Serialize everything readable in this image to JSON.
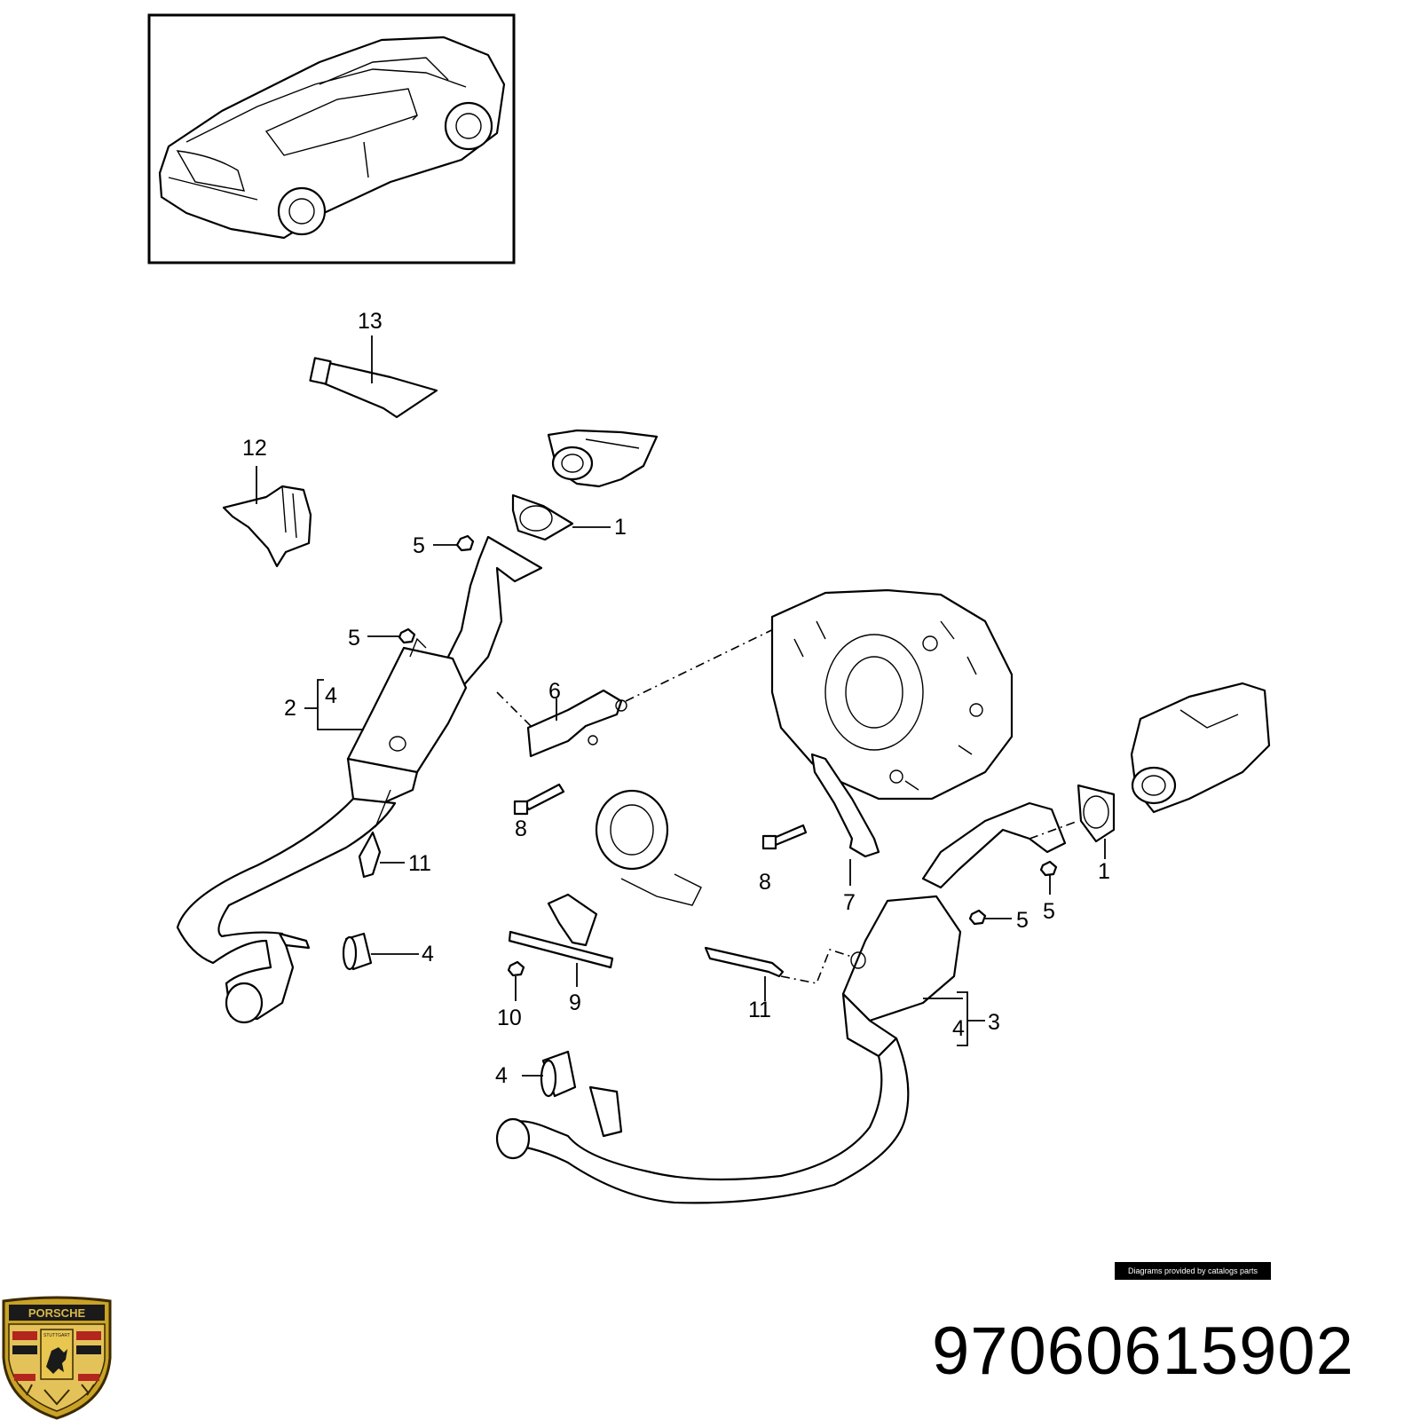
{
  "diagram": {
    "callouts": {
      "c1a": "1",
      "c1b": "1",
      "c2": "2",
      "c3": "3",
      "c4a": "4",
      "c4b": "4",
      "c4c": "4",
      "c4d": "4",
      "c5a": "5",
      "c5b": "5",
      "c5c": "5",
      "c5d": "5",
      "c6": "6",
      "c7": "7",
      "c8a": "8",
      "c8b": "8",
      "c9": "9",
      "c10": "10",
      "c11a": "11",
      "c11b": "11",
      "c12": "12",
      "c13": "13"
    }
  },
  "credit": "Diagrams provided by catalogs parts",
  "part_number": "97060615902",
  "logo": {
    "text_top": "PORSCHE",
    "text_shield": "STUTTGART"
  }
}
